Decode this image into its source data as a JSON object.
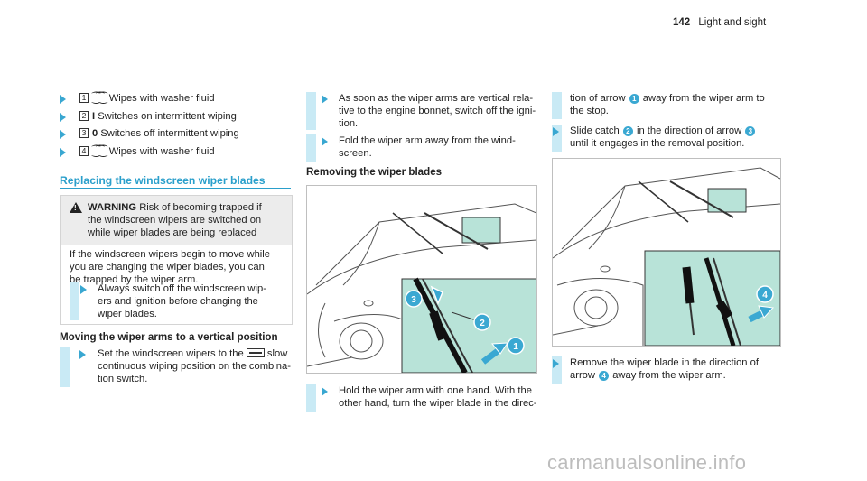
{
  "header": {
    "page_number": "142",
    "section": "Light and sight"
  },
  "col1": {
    "switch_steps": [
      {
        "key": "1",
        "icon": "washer-fluid-icon",
        "label": "Wipes with washer fluid"
      },
      {
        "key": "2",
        "bold": "I",
        "label": "Switches on intermittent wiping"
      },
      {
        "key": "3",
        "bold": "0",
        "label": "Switches off intermittent wiping"
      },
      {
        "key": "4",
        "icon": "washer-fluid-icon",
        "label": "Wipes with washer fluid"
      }
    ],
    "section_title": "Replacing the windscreen wiper blades",
    "warning": {
      "label": "WARNING",
      "head_lines": [
        "Risk of becoming trapped if",
        "the windscreen wipers are switched on",
        "while wiper blades are being replaced"
      ],
      "body_lines": [
        "If the windscreen wipers begin to move while",
        "you are changing the wiper blades, you can",
        "be trapped by the wiper arm."
      ],
      "step_lines": [
        "Always switch off the windscreen wip-",
        "ers and ignition before changing the",
        "wiper blades."
      ]
    },
    "vertical_title": "Moving the wiper arms to a vertical position",
    "vertical_step_lines": [
      "Set the windscreen wipers to the",
      "slow",
      "continuous wiping position on the combina-",
      "tion switch."
    ]
  },
  "col2": {
    "step1_lines": [
      "As soon as the wiper arms are vertical rela-",
      "tive to the engine bonnet, switch off the igni-",
      "tion."
    ],
    "step2_lines": [
      "Fold the wiper arm away from the wind-",
      "screen."
    ],
    "removing_title": "Removing the wiper blades",
    "figure_callouts": [
      "1",
      "2",
      "3"
    ],
    "step3_lines": [
      "Hold the wiper arm with one hand. With the",
      "other hand, turn the wiper blade in the direc-"
    ]
  },
  "col3": {
    "cont_lines": [
      "tion of arrow",
      "away from the wiper arm to",
      "the stop."
    ],
    "cont_ref": "1",
    "step_catch_lines": [
      "Slide catch",
      "in the direction of arrow",
      "until it engages in the removal position."
    ],
    "catch_refs": [
      "2",
      "3"
    ],
    "figure_callouts": [
      "4"
    ],
    "step_remove_lines": [
      "Remove the wiper blade in the direction of",
      "arrow",
      "away from the wiper arm."
    ],
    "remove_ref": "4"
  },
  "watermark": "carmanualsonline.info",
  "colors": {
    "accent": "#2a9fcb",
    "bar": "#c9eaf5",
    "figure_panel": "#b8e3d8"
  }
}
